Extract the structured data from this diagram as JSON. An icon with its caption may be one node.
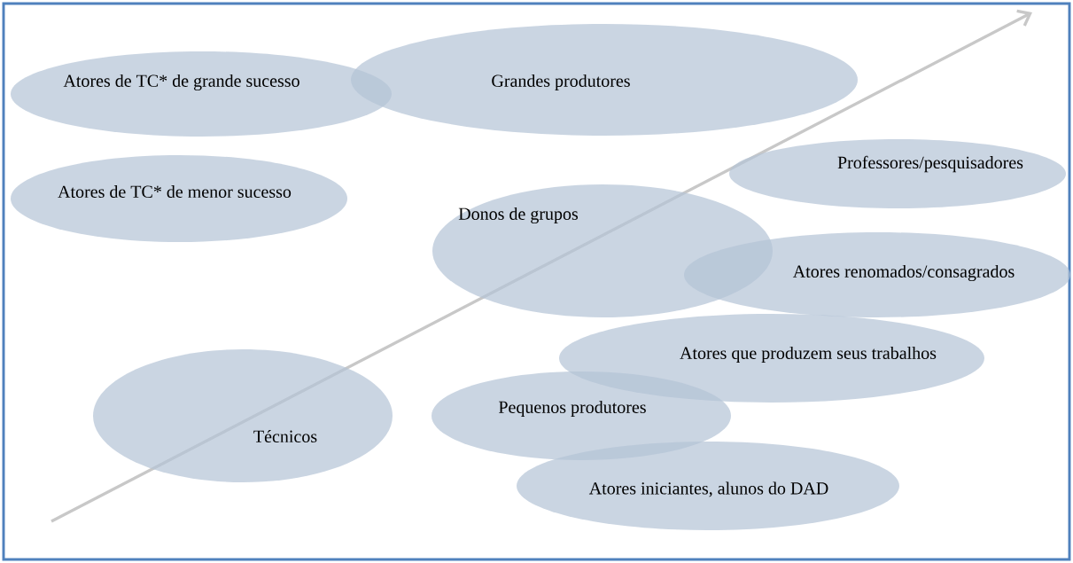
{
  "diagram": {
    "nodes": [
      {
        "text": [
          "Atores de TC* de grande sucesso"
        ]
      },
      {
        "text": [
          "Grandes produtores"
        ]
      },
      {
        "text": [
          "Atores de TC* de menor sucesso"
        ]
      },
      {
        "text": [
          "Professores/pesquisadores"
        ]
      },
      {
        "text": [
          "Donos de grupos"
        ]
      },
      {
        "text": [
          "Atores renomados/consagrados"
        ]
      },
      {
        "text": [
          "Atores que produzem seus trabalhos"
        ]
      },
      {
        "text": [
          "Técnicos"
        ]
      },
      {
        "text": [
          "Pequenos produtores"
        ]
      },
      {
        "text": [
          "Atores iniciantes, alunos do DAD"
        ]
      }
    ]
  }
}
